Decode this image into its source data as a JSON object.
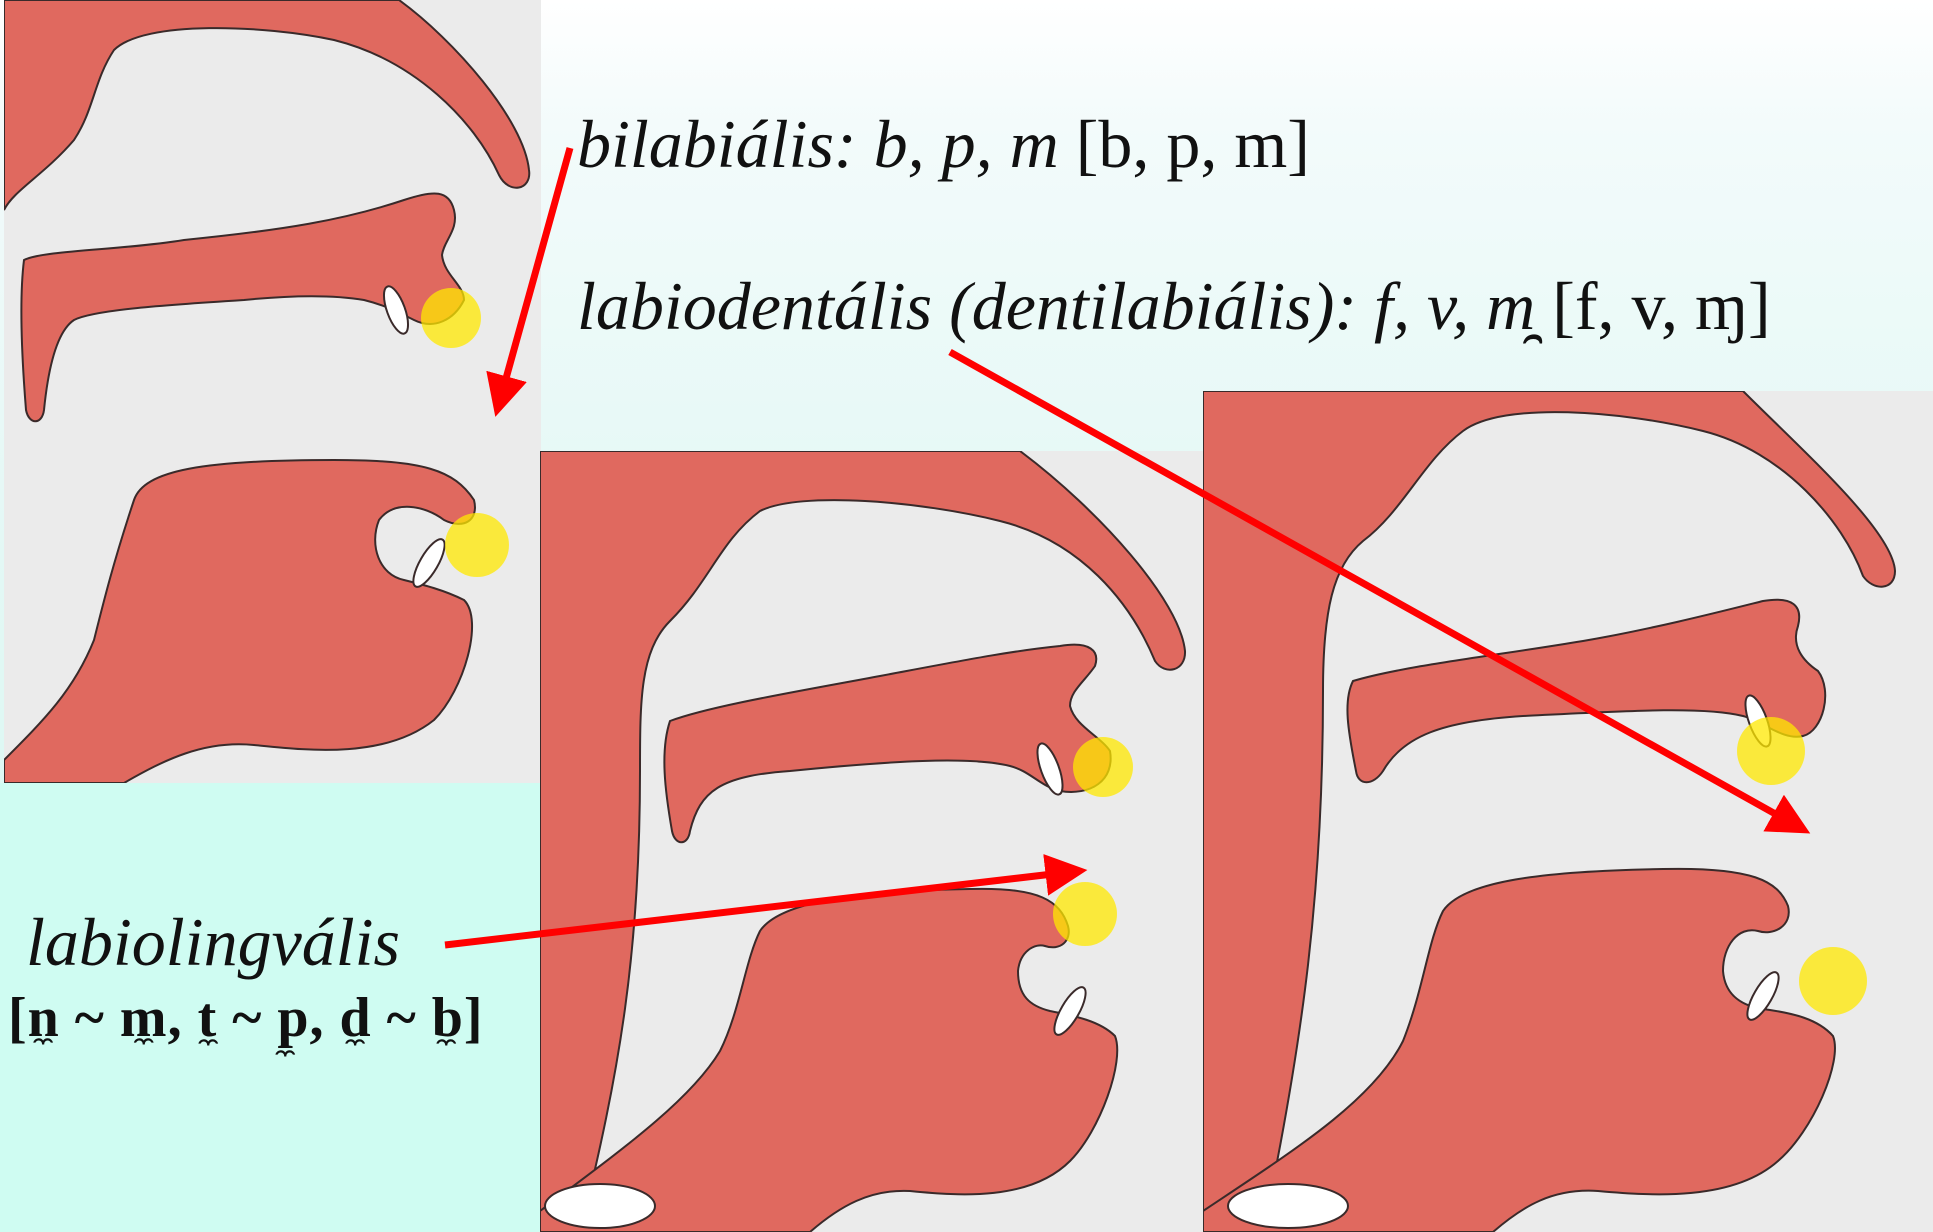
{
  "labels": {
    "bilabial": {
      "term": "bilabiális:",
      "letters": "b, p, m",
      "ipa": "[b, p, m]"
    },
    "labiodental": {
      "term": "labiodentális (dentilabiális):",
      "letters": "f, v, m̯",
      "ipa": "[f, v, ɱ]"
    },
    "labiolingual": {
      "term": "labiolingvális",
      "ipa": "[n̼ ~ m̼, t̼ ~ p̼, d̼ ~ b̼]"
    }
  },
  "panels": [
    {
      "name": "bilabial-vocal-tract",
      "articulation": "bilabial"
    },
    {
      "name": "labiolingual-vocal-tract",
      "articulation": "labiolingual"
    },
    {
      "name": "labiodental-vocal-tract",
      "articulation": "labiodental"
    }
  ],
  "colors": {
    "tissue": "#e0695f",
    "outline": "#3a2a2a",
    "cavity": "#ebebeb",
    "highlight": "#ffe800",
    "arrow": "#ff0000",
    "label_box": "#cffcf2"
  },
  "icons": [
    "arrow-icon",
    "articulation-highlight-icon",
    "teeth-icon"
  ]
}
